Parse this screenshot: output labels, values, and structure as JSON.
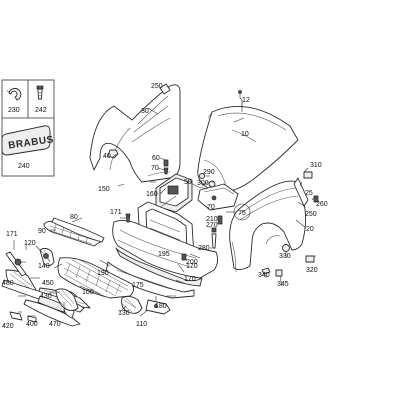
{
  "diagram": {
    "badge_text": "BRABUS",
    "labels": {
      "n10": "10",
      "n12": "12",
      "n20": "20",
      "n25": "25",
      "n30": "30",
      "n40": "40",
      "n50": "50",
      "n60": "60",
      "n70a": "70",
      "n70b": "70",
      "n75": "75",
      "n80": "80",
      "n90": "90",
      "n100": "100",
      "n110": "110",
      "n120": "120",
      "n130": "130",
      "n140": "140",
      "n150": "150",
      "n160": "160",
      "n170a": "170",
      "n170b": "170",
      "n171a": "171",
      "n171b": "171",
      "n175": "175",
      "n180": "180",
      "n190": "190",
      "n195": "195",
      "n200": "200",
      "n210": "210",
      "n230": "230",
      "n240": "240",
      "n242": "242",
      "n250a": "250",
      "n250b": "250",
      "n260": "260",
      "n270": "270",
      "n280": "280",
      "n290": "290",
      "n300": "300",
      "n310": "310",
      "n320": "320",
      "n330": "330",
      "n340": "340",
      "n345": "345",
      "n400": "400",
      "n420": "420",
      "n430": "430",
      "n450": "450",
      "n470": "470",
      "n480": "480"
    }
  }
}
